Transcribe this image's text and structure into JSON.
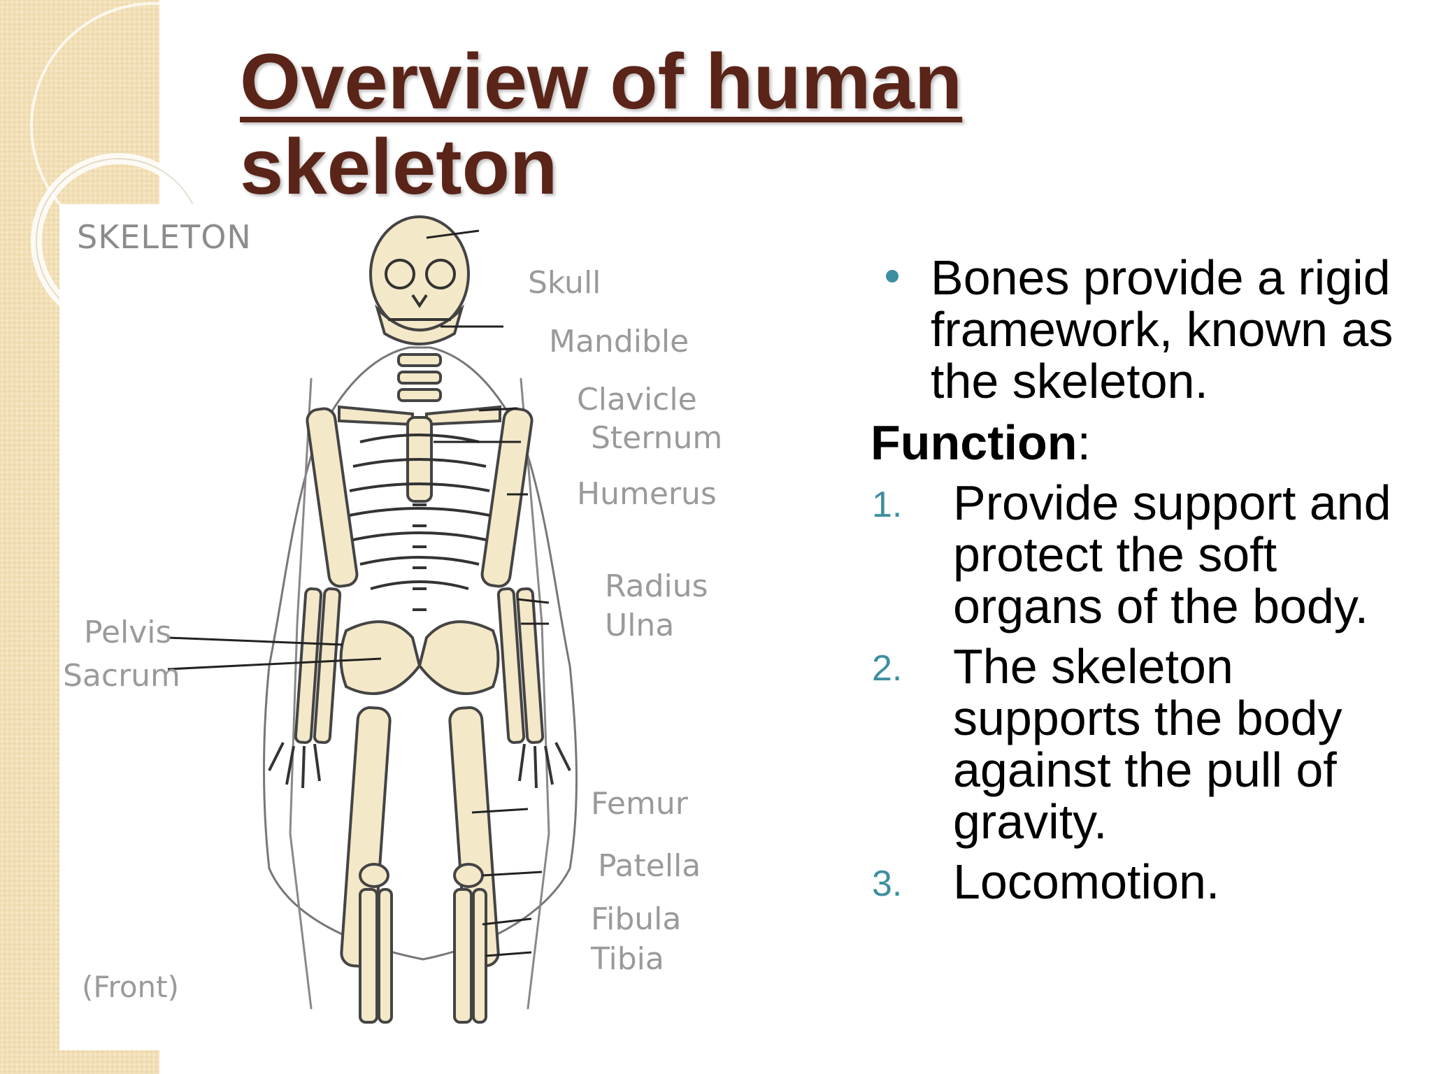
{
  "slide": {
    "title_line1": "Overview of human",
    "title_line2": "skeleton"
  },
  "diagram": {
    "heading": "SKELETON",
    "caption": "(Front)",
    "labels": {
      "skull": "Skull",
      "mandible": "Mandible",
      "clavicle": "Clavicle",
      "sternum": "Sternum",
      "humerus": "Humerus",
      "radius": "Radius",
      "ulna": "Ulna",
      "pelvis": "Pelvis",
      "sacrum": "Sacrum",
      "femur": "Femur",
      "patella": "Patella",
      "fibula": "Fibula",
      "tibia": "Tibia"
    }
  },
  "content": {
    "bullet": "Bones provide a rigid framework, known as the skeleton.",
    "function_label": "Function",
    "function_colon": ":",
    "items": [
      {
        "number": "1.",
        "text": "Provide support and protect the soft organs of the body."
      },
      {
        "number": "2.",
        "text": "The skeleton supports the body against the pull of gravity."
      },
      {
        "number": "3.",
        "text": "Locomotion."
      }
    ]
  },
  "colors": {
    "title": "#5a2419",
    "accent": "#3e8fa0",
    "side_strip": "#f2dfb6",
    "bone_fill": "#f3e8c8"
  }
}
